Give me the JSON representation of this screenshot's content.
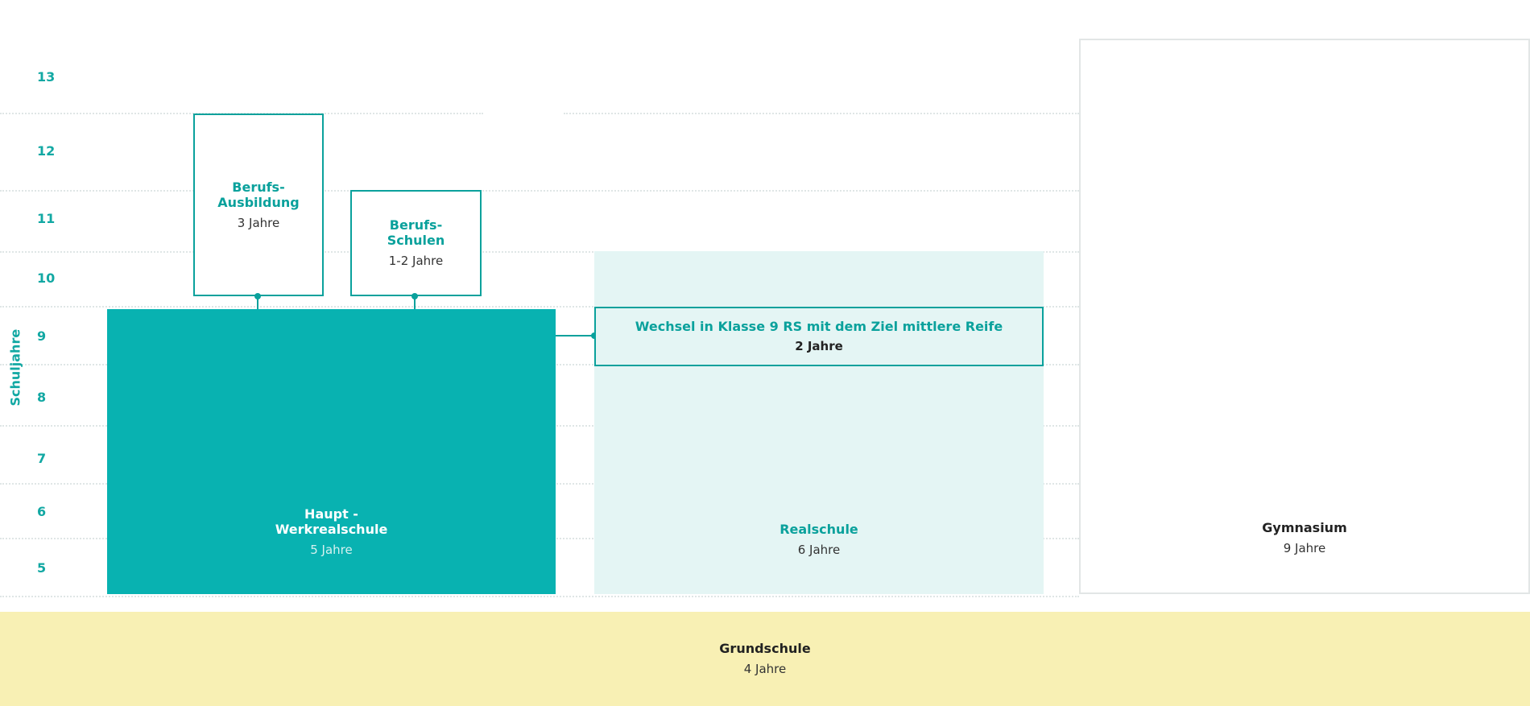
{
  "y_axis": {
    "title": "Schuljahre",
    "labels": [
      "13",
      "12",
      "11",
      "10",
      "9",
      "8",
      "7",
      "6",
      "5"
    ]
  },
  "blocks": {
    "berufsausbildung": {
      "title_line1": "Berufs-",
      "title_line2": "Ausbildung",
      "duration": "3 Jahre"
    },
    "berufsschulen": {
      "title_line1": "Berufs-",
      "title_line2": "Schulen",
      "duration": "1-2 Jahre"
    },
    "hauptschule": {
      "title_line1": "Haupt -",
      "title_line2": "Werkrealschule",
      "duration": "5 Jahre"
    },
    "wechsel": {
      "title": "Wechsel in Klasse 9 RS mit dem Ziel mittlere Reife",
      "duration": "2 Jahre"
    },
    "realschule": {
      "title": "Realschule",
      "duration": "6 Jahre"
    },
    "gymnasium": {
      "title": "Gymnasium",
      "duration": "9 Jahre"
    },
    "grundschule": {
      "title": "Grundschule",
      "duration": "4 Jahre"
    }
  },
  "colors": {
    "teal": "#0aa19c",
    "teal_fill": "#08b2b1",
    "light_teal": "#e4f5f4",
    "yellow": "#f8f0b4"
  }
}
